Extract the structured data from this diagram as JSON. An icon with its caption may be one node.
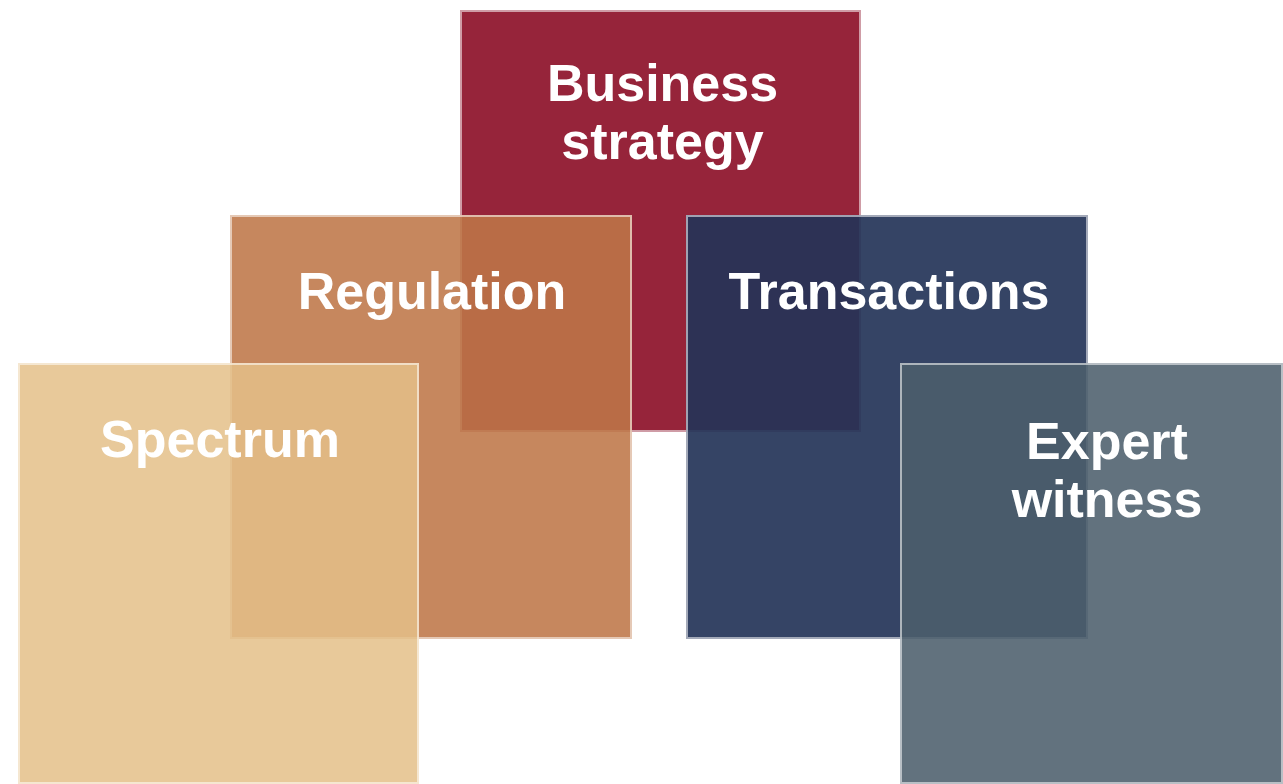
{
  "diagram": {
    "nodes": [
      {
        "text": [
          "Business strategy"
        ]
      },
      {
        "text": [
          "Regulation"
        ]
      },
      {
        "text": [
          "Transactions"
        ]
      },
      {
        "text": [
          "Spectrum"
        ]
      },
      {
        "text": [
          "Expert witness"
        ]
      }
    ]
  }
}
